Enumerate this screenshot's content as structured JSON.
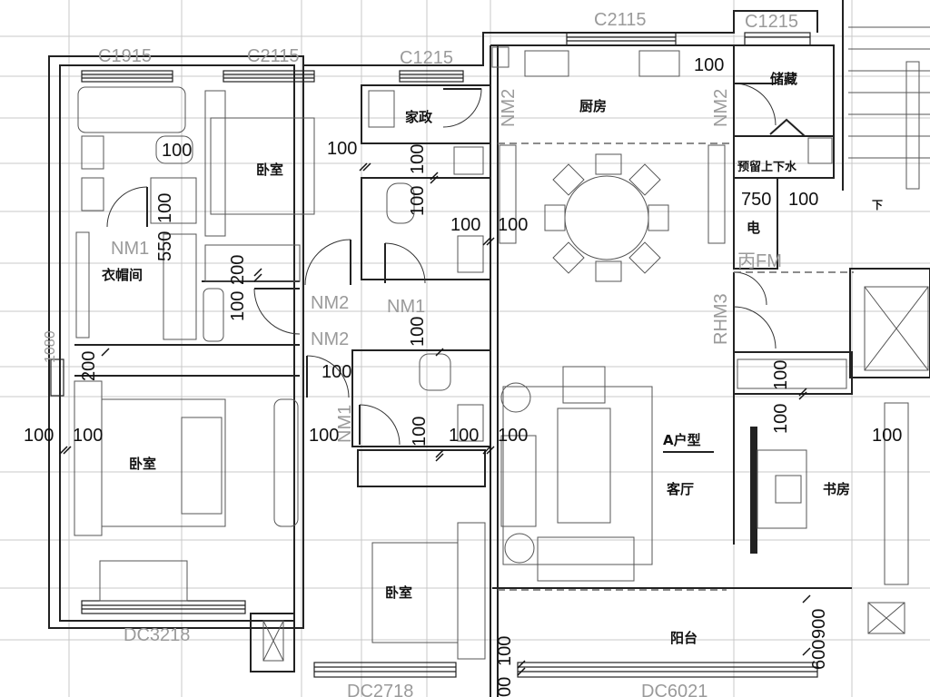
{
  "colors": {
    "background": "#ffffff",
    "wall": "#222222",
    "grid": "#c8c8c8",
    "window_label": "#9a9a9a"
  },
  "windows": {
    "w1": "C1915",
    "w2": "C2115",
    "w3": "C1215",
    "w4": "C2115",
    "w5": "C1215",
    "w6": "DC3218",
    "w7": "DC2718",
    "w8": "DC6021"
  },
  "rooms": {
    "housekeeping": "家政",
    "kitchen": "厨房",
    "storage": "储藏",
    "bedroom_top": "卧室",
    "cloakroom": "衣帽间",
    "bedroom_left": "卧室",
    "bedroom_bottom": "卧室",
    "living": "客厅",
    "study": "书房",
    "balcony": "阳台",
    "unit_type": "A户型",
    "pipe": "预留上下水",
    "elec": "电",
    "down": "下"
  },
  "doors": {
    "nm2_kitchen": "NM2",
    "nm2_storage": "NM2",
    "nm1_cloak": "NM1",
    "nm2_hall_a": "NM2",
    "nm2_hall_b": "NM2",
    "nm1_bath": "NM1",
    "nm1_bath2": "NM1",
    "rhm3": "RHM3",
    "fm": "丙FM"
  },
  "dimensions": {
    "d100_kitchen": "100",
    "d100_bed_top": "100",
    "d100_corridor": "100",
    "d100_v_a": "100",
    "d100_v_b": "100",
    "d100_bath_a": "100",
    "d100_bath_b": "100",
    "d100_cloak": "100",
    "d550": "550",
    "d200_a": "200",
    "d100_v_c": "100",
    "d750": "750",
    "d100_elec": "100",
    "d200_b": "200",
    "d1080": "1080",
    "d100_left_a": "100",
    "d100_left_b": "100",
    "d100_bath2": "100",
    "d100_v_d": "100",
    "d100_mid_a": "100",
    "d100_v_e": "100",
    "d100_mid_b": "100",
    "d100_mid_c": "100",
    "d100_right_a": "100",
    "d100_right_b": "100",
    "d100_v_f": "100",
    "d100_bal": "100",
    "d900": "900",
    "d600": "600",
    "d00": "00"
  }
}
